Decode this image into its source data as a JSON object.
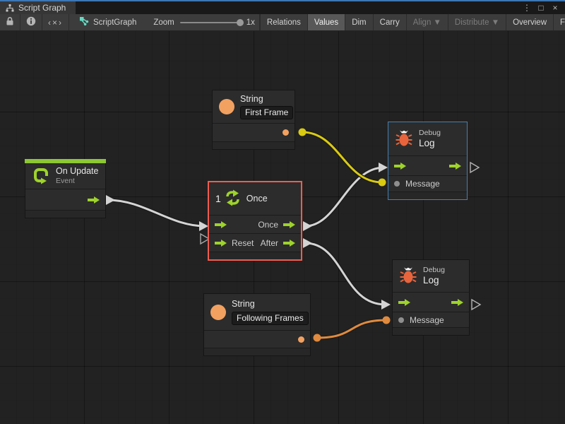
{
  "window": {
    "tab_label": "Script Graph",
    "menu_icon": "⋮",
    "maximize_icon": "□",
    "close_icon": "×"
  },
  "toolbar": {
    "code_glyph": "‹×›",
    "graph_name": "ScriptGraph",
    "zoom_label": "Zoom",
    "zoom_value": "1x",
    "dropdown_glyph": "▼",
    "buttons": [
      {
        "label": "Relations",
        "state": "normal",
        "dropdown": false
      },
      {
        "label": "Values",
        "state": "active",
        "dropdown": false
      },
      {
        "label": "Dim",
        "state": "normal",
        "dropdown": false
      },
      {
        "label": "Carry",
        "state": "normal",
        "dropdown": false
      },
      {
        "label": "Align",
        "state": "disabled",
        "dropdown": true
      },
      {
        "label": "Distribute",
        "state": "disabled",
        "dropdown": true
      },
      {
        "label": "Overview",
        "state": "normal",
        "dropdown": false
      },
      {
        "label": "Full Screen",
        "state": "normal",
        "dropdown": false
      }
    ]
  },
  "nodes": {
    "string_first": {
      "title": "String",
      "value": "First Frame"
    },
    "on_update": {
      "title": "On Update",
      "subtitle": "Event"
    },
    "once": {
      "badge": "1",
      "title": "Once",
      "input2_label": "Reset",
      "output1_label": "Once",
      "output2_label": "After"
    },
    "debug_log_top": {
      "category": "Debug",
      "title": "Log",
      "input_label": "Message"
    },
    "debug_log_bottom": {
      "category": "Debug",
      "title": "Log",
      "input_label": "Message"
    },
    "string_following": {
      "title": "String",
      "value": "Following Frames"
    }
  },
  "colors": {
    "accent_green": "#9ed32b",
    "event_green_bar": "#8cc832",
    "accent_orange": "#f2a161",
    "bug_orange": "#e8643c",
    "selection_red": "#f05c50",
    "selection_blue": "#4380b4",
    "wire_white": "#d4d4d4",
    "wire_yellow": "#d9ca12",
    "wire_orange": "#df8a3e"
  }
}
